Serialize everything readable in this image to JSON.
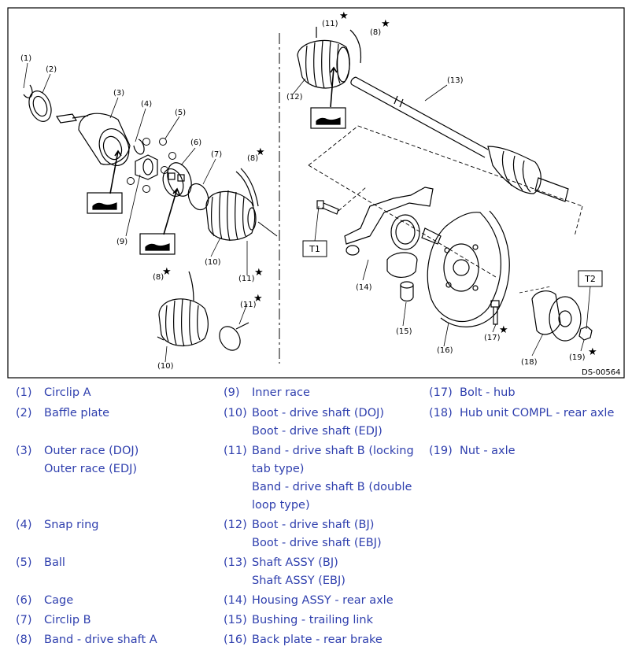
{
  "figure": {
    "id": "DS-00564",
    "torque_labels": [
      "T1",
      "T2"
    ],
    "callouts": {
      "c1": "(1)",
      "c2": "(2)",
      "c3": "(3)",
      "c4": "(4)",
      "c5": "(5)",
      "c6": "(6)",
      "c7": "(7)",
      "c8a": "(8)",
      "c8b": "(8)",
      "c8c": "(8)",
      "c9": "(9)",
      "c10a": "(10)",
      "c10b": "(10)",
      "c11a": "(11)",
      "c11b": "(11)",
      "c11c": "(11)",
      "c12": "(12)",
      "c13": "(13)",
      "c14": "(14)",
      "c15": "(15)",
      "c16": "(16)",
      "c17": "(17)",
      "c18": "(18)",
      "c19": "(19)"
    },
    "star": "★",
    "accent_color": "#2f3fae"
  },
  "legend": [
    {
      "num": "(1)",
      "lines": [
        "Circlip A"
      ]
    },
    {
      "num": "(2)",
      "lines": [
        "Baffle plate"
      ]
    },
    {
      "num": "(3)",
      "lines": [
        "Outer race (DOJ)",
        "Outer race (EDJ)"
      ]
    },
    {
      "num": "(4)",
      "lines": [
        "Snap ring"
      ]
    },
    {
      "num": "(5)",
      "lines": [
        "Ball"
      ]
    },
    {
      "num": "(6)",
      "lines": [
        "Cage"
      ]
    },
    {
      "num": "(7)",
      "lines": [
        "Circlip B"
      ]
    },
    {
      "num": "(8)",
      "lines": [
        "Band - drive shaft A"
      ]
    },
    {
      "num": "(9)",
      "lines": [
        "Inner race"
      ]
    },
    {
      "num": "(10)",
      "lines": [
        "Boot - drive shaft (DOJ)",
        "Boot - drive shaft (EDJ)"
      ]
    },
    {
      "num": "(11)",
      "lines": [
        "Band - drive shaft B (locking",
        "tab type)",
        "Band - drive shaft B (double",
        "loop type)"
      ]
    },
    {
      "num": "(12)",
      "lines": [
        "Boot - drive shaft (BJ)",
        "Boot - drive shaft (EBJ)"
      ]
    },
    {
      "num": "(13)",
      "lines": [
        "Shaft ASSY (BJ)",
        "Shaft ASSY (EBJ)"
      ]
    },
    {
      "num": "(14)",
      "lines": [
        "Housing ASSY - rear axle"
      ]
    },
    {
      "num": "(15)",
      "lines": [
        "Bushing - trailing link"
      ]
    },
    {
      "num": "(16)",
      "lines": [
        "Back plate - rear brake"
      ]
    },
    {
      "num": "(17)",
      "lines": [
        "Bolt - hub"
      ]
    },
    {
      "num": "(18)",
      "lines": [
        "Hub unit COMPL - rear axle"
      ]
    },
    {
      "num": "(19)",
      "lines": [
        "Nut - axle"
      ]
    }
  ]
}
